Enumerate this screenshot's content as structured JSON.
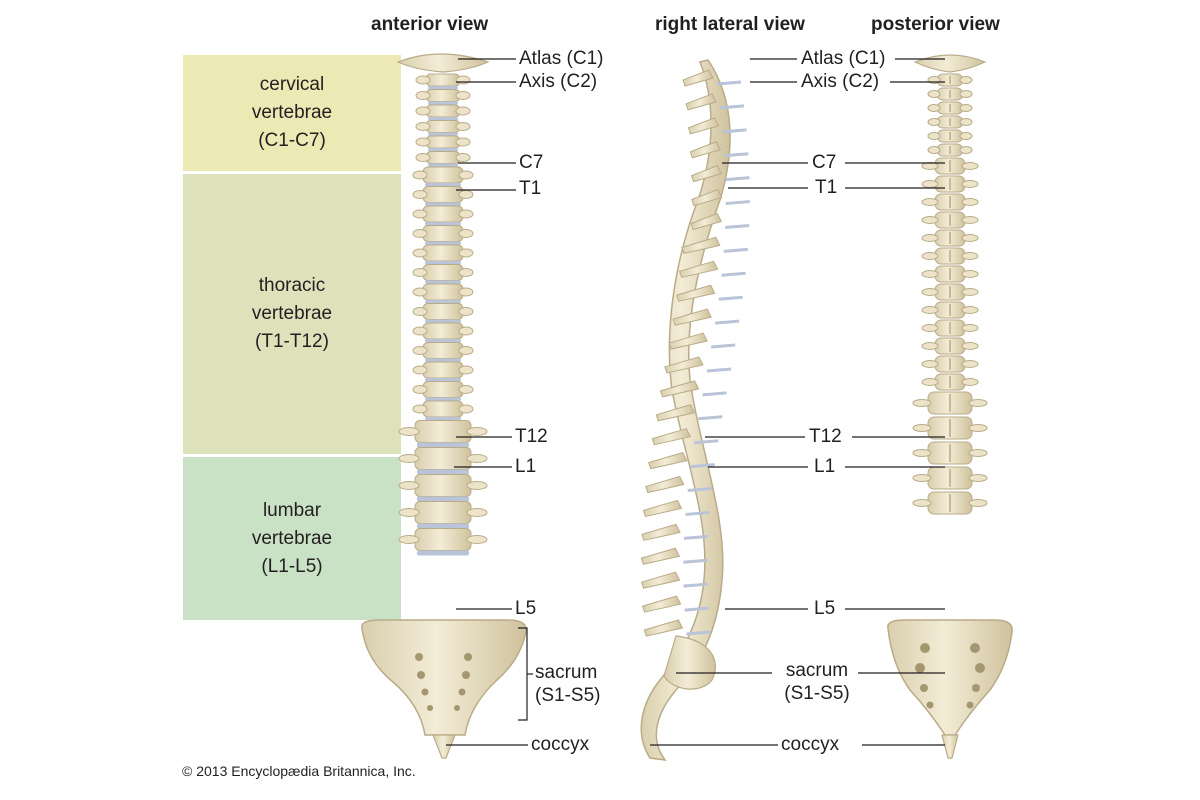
{
  "views": {
    "anterior": "anterior view",
    "lateral": "right lateral view",
    "posterior": "posterior view"
  },
  "regions": {
    "cervical": [
      "cervical",
      "vertebrae",
      "(C1-C7)"
    ],
    "thoracic": [
      "thoracic",
      "vertebrae",
      "(T1-T12)"
    ],
    "lumbar": [
      "lumbar",
      "vertebrae",
      "(L1-L5)"
    ]
  },
  "labels": {
    "atlas": "Atlas (C1)",
    "axis": "Axis (C2)",
    "c7": "C7",
    "t1": "T1",
    "t12": "T12",
    "l1": "L1",
    "l5": "L5",
    "sacrum": "sacrum",
    "sacrum_range": "(S1-S5)",
    "coccyx": "coccyx"
  },
  "copyright": "© 2013 Encyclopædia Britannica, Inc.",
  "colors": {
    "cervical_band": "#ede9b4",
    "thoracic_band": "#dde2bb",
    "lumbar_band": "#c9e2c6",
    "bone": "#ece3c9",
    "bone_outline": "#b9ab88",
    "disc": "#b9c4d8",
    "leader_line": "#231f20"
  }
}
